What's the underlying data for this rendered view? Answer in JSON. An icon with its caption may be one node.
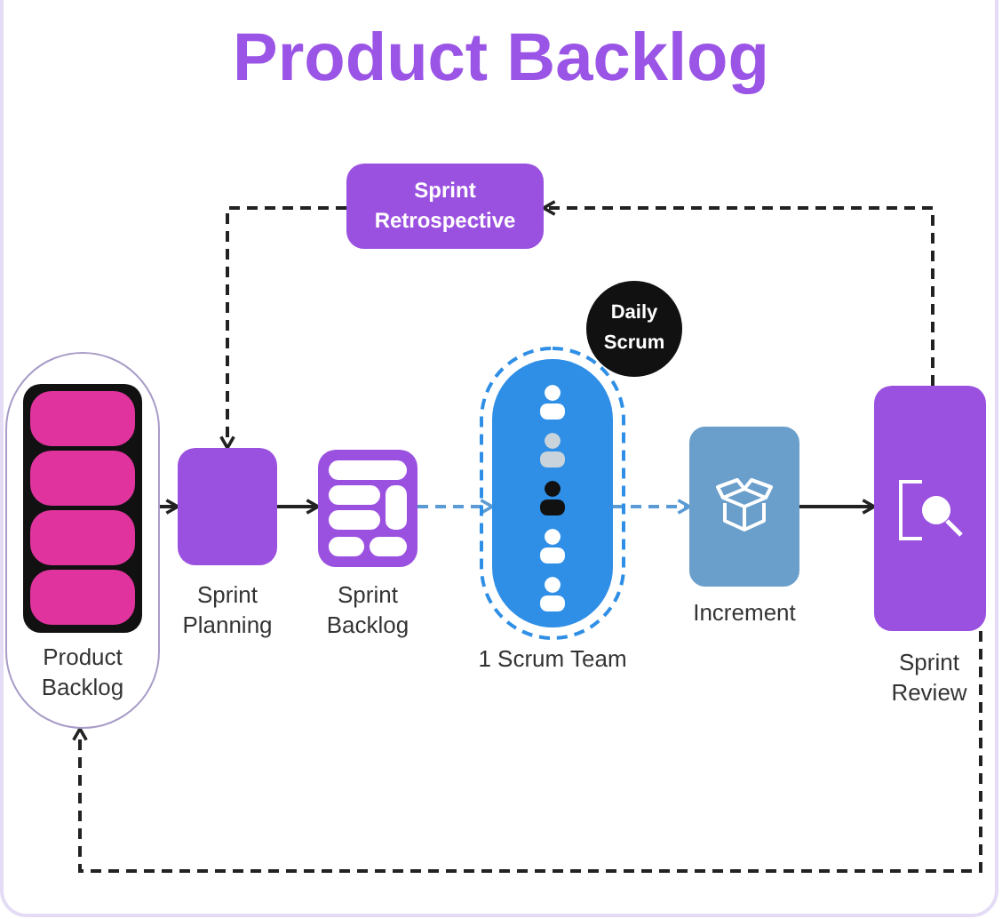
{
  "diagram": {
    "title": "Product Backlog",
    "nodes": [
      {
        "text": [
          "Product Backlog"
        ]
      },
      {
        "text": [
          "Sprint Planning"
        ]
      },
      {
        "text": [
          "Sprint Backlog"
        ]
      },
      {
        "text": [
          "1 Scrum Team"
        ]
      },
      {
        "text": [
          "Daily Scrum"
        ]
      },
      {
        "text": [
          "Increment"
        ]
      },
      {
        "text": [
          "Sprint Review"
        ]
      },
      {
        "text": [
          "Sprint Retrospective"
        ]
      }
    ],
    "edges": [
      {
        "from": 0,
        "to": 1,
        "arrow": "to"
      },
      {
        "from": 1,
        "to": 2,
        "arrow": "to"
      },
      {
        "from": 2,
        "to": 3,
        "arrow": "to",
        "style": "dashed",
        "color": "#5b9bd5"
      },
      {
        "from": 3,
        "to": 5,
        "arrow": "to",
        "style": "dashed",
        "color": "#5b9bd5"
      },
      {
        "from": 5,
        "to": 6,
        "arrow": "to"
      },
      {
        "from": 6,
        "to": 7,
        "arrow": "to",
        "style": "dashed"
      },
      {
        "from": 7,
        "to": 1,
        "arrow": "to",
        "style": "dashed"
      },
      {
        "from": 6,
        "to": 0,
        "arrow": "to",
        "style": "dashed"
      }
    ]
  }
}
